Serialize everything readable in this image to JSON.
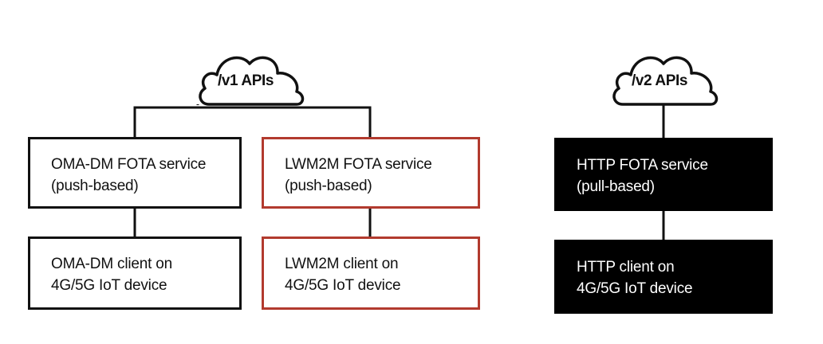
{
  "clouds": {
    "v1": {
      "label": "/v1 APIs"
    },
    "v2": {
      "label": "/v2 APIs"
    }
  },
  "boxes": {
    "omadm_service": {
      "line1": "OMA-DM FOTA service",
      "line2": "(push-based)"
    },
    "lwm2m_service": {
      "line1": "LWM2M FOTA service",
      "line2": "(push-based)"
    },
    "omadm_client": {
      "line1": "OMA-DM client on",
      "line2": "4G/5G IoT device"
    },
    "lwm2m_client": {
      "line1": "LWM2M client on",
      "line2": "4G/5G IoT device"
    },
    "http_service": {
      "line1": "HTTP FOTA service",
      "line2": "(pull-based)"
    },
    "http_client": {
      "line1": "HTTP client on",
      "line2": "4G/5G IoT device"
    }
  },
  "colors": {
    "stroke": "#111111",
    "accent": "#b23a2e",
    "filled": "#000000",
    "filled_text": "#ffffff"
  }
}
